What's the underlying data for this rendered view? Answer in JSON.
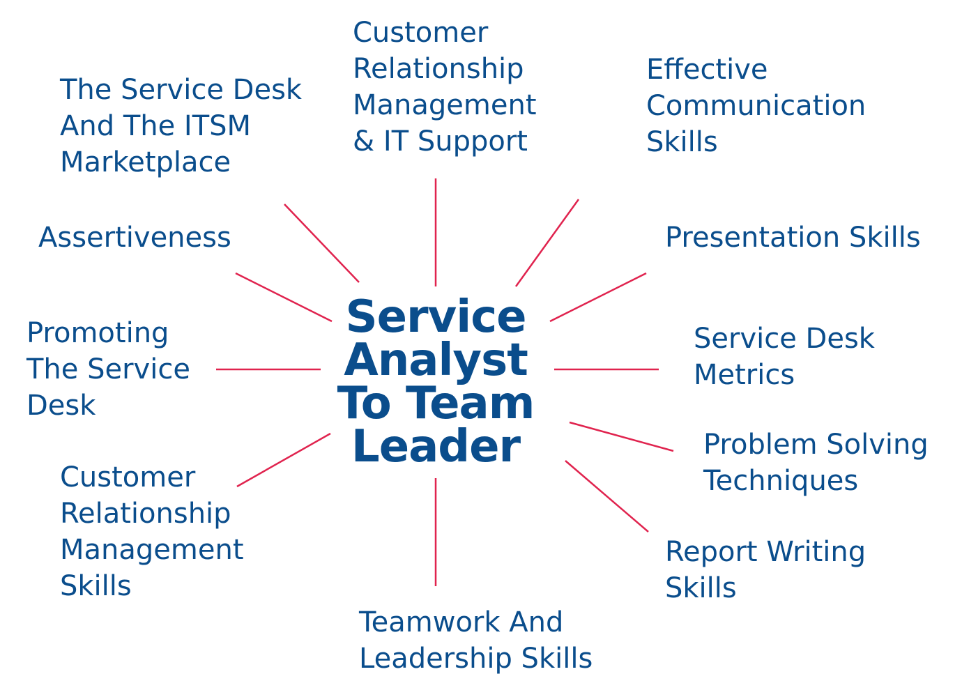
{
  "center": {
    "lines": [
      "Service",
      "Analyst",
      "To Team",
      "Leader"
    ]
  },
  "nodes": {
    "service_desk_itsm": [
      "The Service Desk",
      "And The ITSM",
      "Marketplace"
    ],
    "crm_it_support": [
      "Customer",
      "Relationship",
      "Management",
      "& IT Support"
    ],
    "effective_communication": [
      "Effective",
      "Communication",
      "Skills"
    ],
    "assertiveness": [
      "Assertiveness"
    ],
    "presentation_skills": [
      "Presentation Skills"
    ],
    "promoting_service_desk": [
      "Promoting",
      "The Service",
      "Desk"
    ],
    "service_desk_metrics": [
      "Service Desk",
      "Metrics"
    ],
    "problem_solving": [
      "Problem Solving",
      "Techniques"
    ],
    "crm_skills": [
      "Customer",
      "Relationship",
      "Management",
      "Skills"
    ],
    "report_writing": [
      "Report Writing",
      "Skills"
    ],
    "teamwork_leadership": [
      "Teamwork And",
      "Leadership Skills"
    ]
  },
  "colors": {
    "text": "#0a4d8c",
    "spoke": "#e0234e"
  }
}
